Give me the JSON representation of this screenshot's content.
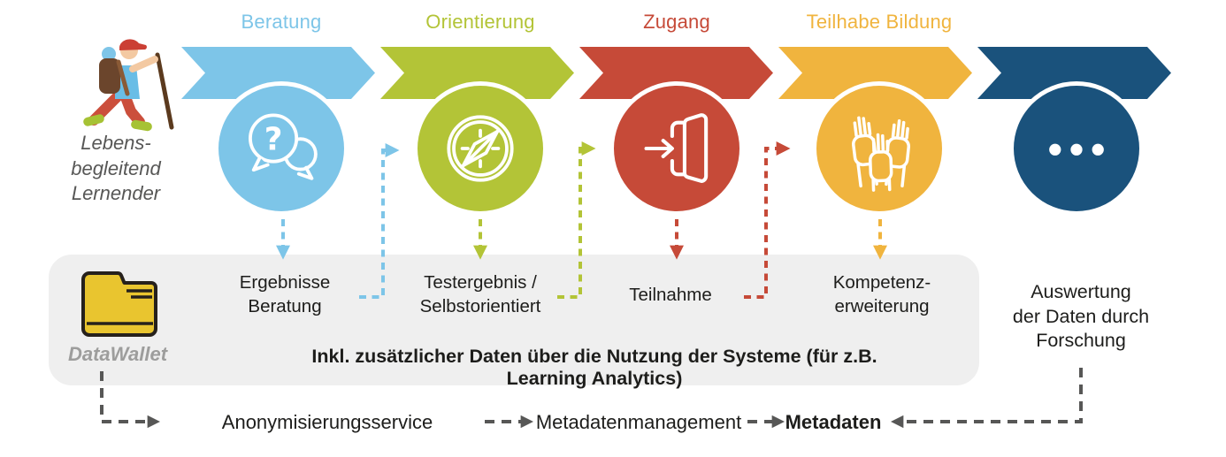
{
  "persona": {
    "label": "Lebens-\nbegleitend\nLernender",
    "icon": "hiker-icon"
  },
  "stages": [
    {
      "label": "Beratung",
      "color": "#7dc5e8",
      "icon": "question-bubbles-icon",
      "data_label": "Ergebnisse\nBeratung"
    },
    {
      "label": "Orientierung",
      "color": "#b3c437",
      "icon": "compass-icon",
      "data_label": "Testergebnis /\nSelbstorientiert"
    },
    {
      "label": "Zugang",
      "color": "#c64a38",
      "icon": "door-entry-icon",
      "data_label": "Teilnahme"
    },
    {
      "label": "Teilhabe Bildung",
      "color": "#f0b43e",
      "icon": "raised-hands-icon",
      "data_label": "Kompetenz-\nerweiterung"
    },
    {
      "label": "",
      "color": "#1a527c",
      "icon": "ellipsis-icon",
      "data_label": ""
    }
  ],
  "datawallet": {
    "label": "DataWallet",
    "icon": "folder-icon",
    "note": "Inkl. zusätzlicher Daten über die Nutzung der Systeme (für z.B. Learning Analytics)"
  },
  "research": {
    "label": "Auswertung\nder Daten durch\nForschung"
  },
  "services": {
    "anonymization": "Anonymisierungsservice",
    "metadata_management": "Metadatenmanagement",
    "metadata": "Metadaten"
  },
  "colors": {
    "box_background": "#efefef",
    "text": "#1d1d1b",
    "muted_gray": "#9d9d9c",
    "dash_gray": "#575756"
  }
}
